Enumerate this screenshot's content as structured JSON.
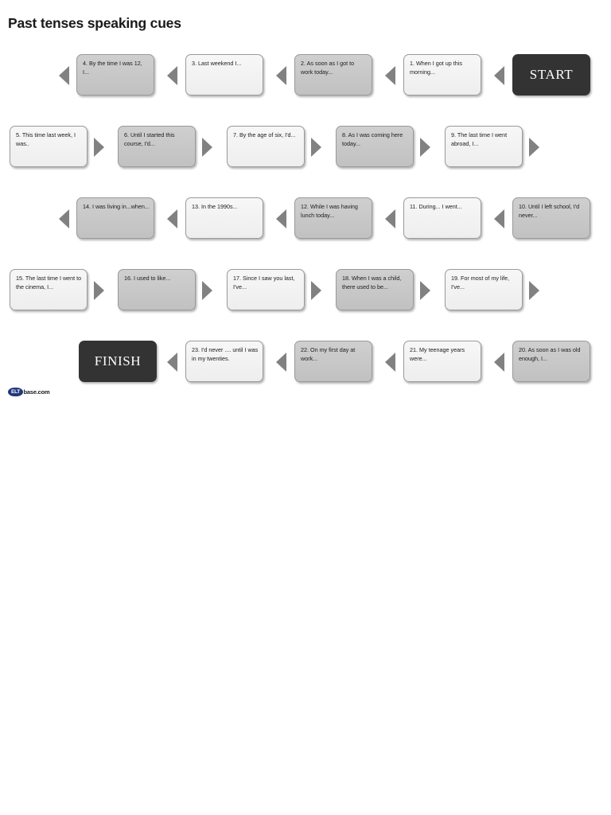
{
  "page": {
    "title": "Past tenses speaking cues"
  },
  "footer": {
    "logo_mark": "ELT",
    "logo_text": "base.com"
  },
  "terminals": {
    "start": "START",
    "finish": "FINISH"
  },
  "rows": [
    {
      "direction": "right-to-left",
      "cards": [
        {
          "number": 4,
          "text": "4. By the time I was 12, I...",
          "fill": "dark"
        },
        {
          "number": 3,
          "text": "3. Last weekend I...",
          "fill": "light"
        },
        {
          "number": 2,
          "text": "2. As soon as I got to work today...",
          "fill": "dark"
        },
        {
          "number": 1,
          "text": "1. When I got up this morning...",
          "fill": "light"
        }
      ]
    },
    {
      "direction": "left-to-right",
      "cards": [
        {
          "number": 5,
          "text": "5. This time last week, I was..",
          "fill": "light"
        },
        {
          "number": 6,
          "text": "6. Until I started this course, I'd...",
          "fill": "dark"
        },
        {
          "number": 7,
          "text": "7. By the age of six, I'd...",
          "fill": "light"
        },
        {
          "number": 8,
          "text": "8. As I was coming here today...",
          "fill": "dark"
        },
        {
          "number": 9,
          "text": "9. The last time I went abroad, I...",
          "fill": "light"
        }
      ]
    },
    {
      "direction": "right-to-left",
      "cards": [
        {
          "number": 14,
          "text": "14. I was living in...when...",
          "fill": "dark"
        },
        {
          "number": 13,
          "text": "13. In the 1990s...",
          "fill": "light"
        },
        {
          "number": 12,
          "text": "12. While I was having lunch today...",
          "fill": "dark"
        },
        {
          "number": 11,
          "text": "11. During... I went...",
          "fill": "light"
        },
        {
          "number": 10,
          "text": "10. Until I left school, I'd never...",
          "fill": "dark"
        }
      ]
    },
    {
      "direction": "left-to-right",
      "cards": [
        {
          "number": 15,
          "text": "15. The last time I went to the cinema, I...",
          "fill": "light"
        },
        {
          "number": 16,
          "text": "16. I used to like...",
          "fill": "dark"
        },
        {
          "number": 17,
          "text": "17. Since I saw you last, I've...",
          "fill": "light"
        },
        {
          "number": 18,
          "text": "18. When I was a child, there used to be...",
          "fill": "dark"
        },
        {
          "number": 19,
          "text": "19. For most of my life, I've...",
          "fill": "light"
        }
      ]
    },
    {
      "direction": "right-to-left",
      "cards": [
        {
          "number": 23,
          "text": "23. I'd never .... until I was in my twenties.",
          "fill": "light"
        },
        {
          "number": 22,
          "text": "22. On my first day at work...",
          "fill": "dark"
        },
        {
          "number": 21,
          "text": "21. My teenage years were...",
          "fill": "light"
        },
        {
          "number": 20,
          "text": "20. As soon as I was old enough, I...",
          "fill": "dark"
        }
      ]
    }
  ],
  "colors": {
    "card_light": "#f3f3f3",
    "card_dark": "#c9c9c9",
    "terminal": "#333333",
    "arrow": "#818181",
    "text": "#1b1b1b",
    "logo_mark": "#20387a"
  }
}
